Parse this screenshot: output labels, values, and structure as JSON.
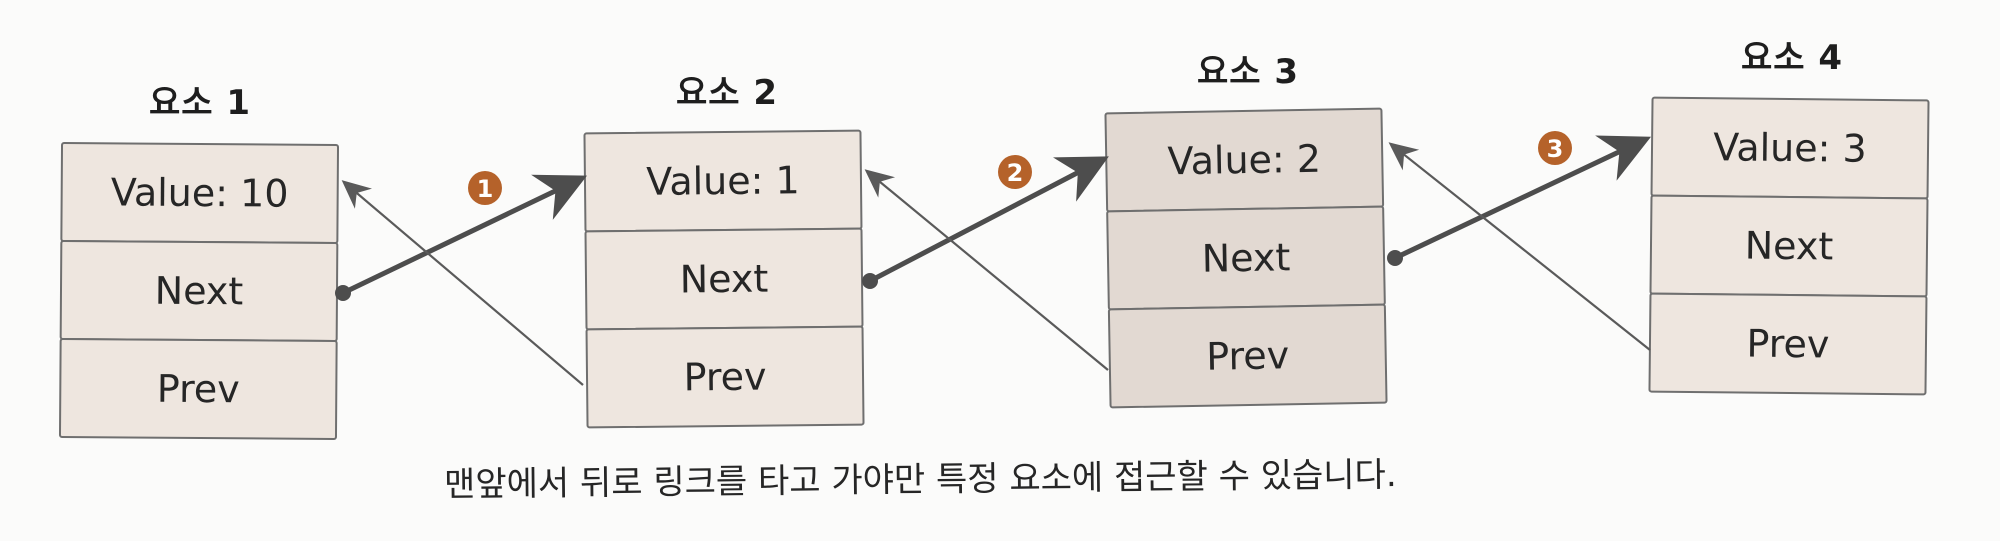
{
  "nodes": [
    {
      "title": "요소 1",
      "value": "Value: 10",
      "next": "Next",
      "prev": "Prev"
    },
    {
      "title": "요소 2",
      "value": "Value: 1",
      "next": "Next",
      "prev": "Prev"
    },
    {
      "title": "요소 3",
      "value": "Value: 2",
      "next": "Next",
      "prev": "Prev"
    },
    {
      "title": "요소 4",
      "value": "Value: 3",
      "next": "Next",
      "prev": "Prev"
    }
  ],
  "steps": [
    "1",
    "2",
    "3"
  ],
  "caption": "맨앞에서 뒤로 링크를 타고 가야만 특정 요소에 접근할 수 있습니다.",
  "colors": {
    "cell_fill": "#eee6df",
    "cell_border": "#6f6f6f",
    "arrow": "#4d4d4d",
    "badge": "#b5622a"
  }
}
